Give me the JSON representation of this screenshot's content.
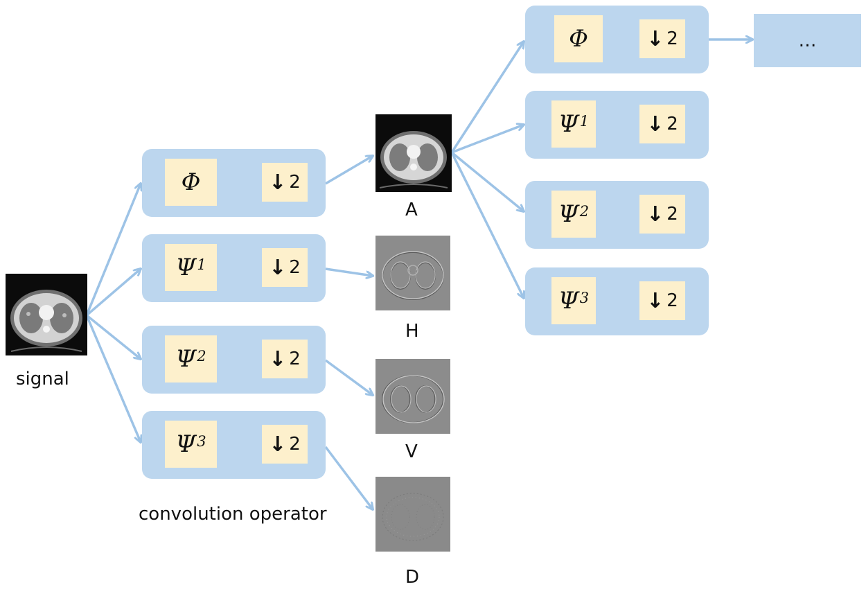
{
  "diagram": {
    "input_label": "signal",
    "operator_label": "convolution operator",
    "more_label": "…",
    "downsample": {
      "arrow": "↓",
      "factor": "2"
    },
    "filters": {
      "phi": {
        "symbol": "Φ",
        "sup": ""
      },
      "psi1": {
        "symbol": "Ψ",
        "sup": "1"
      },
      "psi2": {
        "symbol": "Ψ",
        "sup": "2"
      },
      "psi3": {
        "symbol": "Ψ",
        "sup": "3"
      }
    },
    "outputs": {
      "A": "A",
      "H": "H",
      "V": "V",
      "D": "D"
    }
  },
  "colors": {
    "block": "#bcd6ee",
    "filter_box": "#fdf0cc",
    "arrow": "#9dc3e6",
    "ct_dark": "#0b0b0b",
    "detail_gray": "#8c8c8c"
  }
}
